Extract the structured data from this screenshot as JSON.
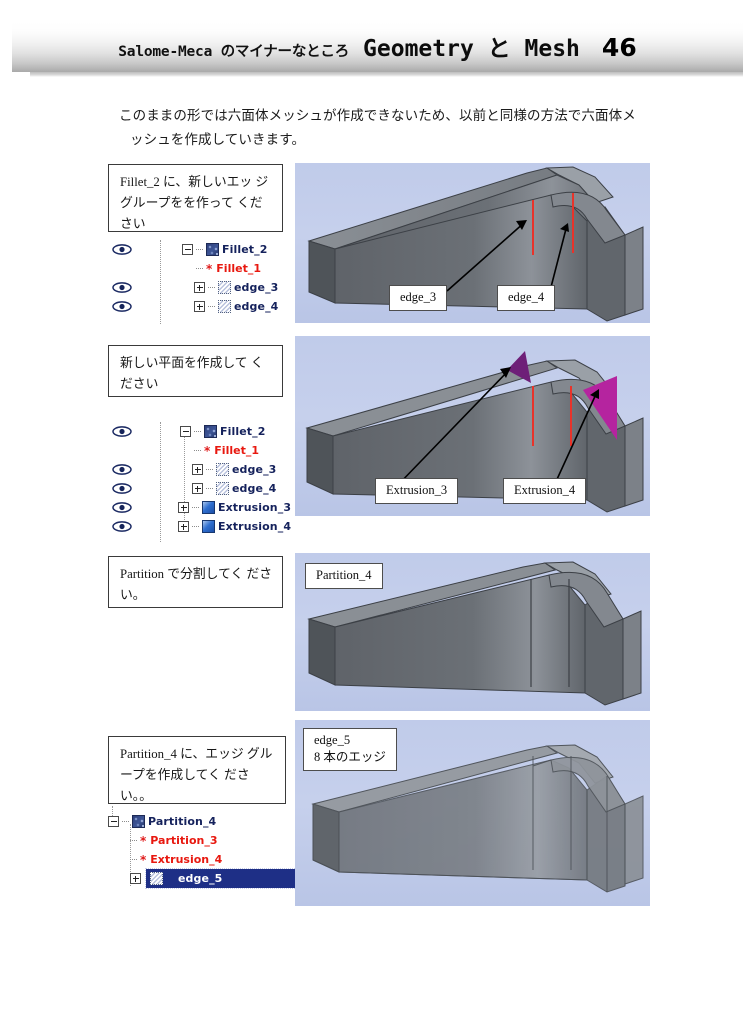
{
  "header": {
    "subtitle": "Salome-Meca のマイナーなところ",
    "title": "Geometry と Mesh",
    "page_number": "46",
    "bar_gradient_top": "#ffffff",
    "bar_gradient_bottom": "#a9a9a9"
  },
  "intro": {
    "line1": "このままの形では六面体メッシュが作成できないため、以前と同様の方法で六面体メ",
    "line2": "ッシュを作成していきます。"
  },
  "colors": {
    "viewport_bg": "#c3cdeb",
    "solid_gray": "#6d7176",
    "highlight_edge_red": "#e8332a",
    "extrusion_plane": "#a3249d",
    "tree_selected": "#1e2f86",
    "tree_text": "#15225c",
    "tree_text_red": "#e8180f"
  },
  "sections": [
    {
      "id": "fillet2-edge-groups",
      "caption": "Fillet_2 に、新しいエッ\nジグループをを作って\nください",
      "tree": [
        {
          "label": "Fillet_2",
          "icon": "compound-icon",
          "indent": 0,
          "eye": true,
          "toggle": "minus",
          "style": "normal"
        },
        {
          "label": "Fillet_1",
          "icon": "asterisk-icon",
          "indent": 1,
          "eye": false,
          "toggle": "none",
          "style": "red"
        },
        {
          "label": "edge_3",
          "icon": "edge-group-icon",
          "indent": 1,
          "eye": true,
          "toggle": "plus",
          "style": "normal"
        },
        {
          "label": "edge_4",
          "icon": "edge-group-icon",
          "indent": 1,
          "eye": true,
          "toggle": "plus",
          "style": "normal"
        }
      ],
      "viewport_labels": [
        {
          "text": "edge_3"
        },
        {
          "text": "edge_4"
        }
      ]
    },
    {
      "id": "new-planes",
      "caption": "新しい平面を作成して\nください",
      "tree": [
        {
          "label": "Fillet_2",
          "icon": "compound-icon",
          "indent": 1,
          "eye": true,
          "toggle": "minus",
          "style": "normal"
        },
        {
          "label": "Fillet_1",
          "icon": "asterisk-icon",
          "indent": 2,
          "eye": false,
          "toggle": "none",
          "style": "red"
        },
        {
          "label": "edge_3",
          "icon": "edge-group-icon",
          "indent": 2,
          "eye": true,
          "toggle": "plus",
          "style": "normal"
        },
        {
          "label": "edge_4",
          "icon": "edge-group-icon",
          "indent": 2,
          "eye": true,
          "toggle": "plus",
          "style": "normal"
        },
        {
          "label": "Extrusion_3",
          "icon": "face-icon",
          "indent": 0,
          "eye": true,
          "toggle": "plus",
          "style": "normal"
        },
        {
          "label": "Extrusion_4",
          "icon": "face-icon",
          "indent": 0,
          "eye": true,
          "toggle": "plus",
          "style": "normal"
        }
      ],
      "viewport_labels": [
        {
          "text": "Extrusion_3"
        },
        {
          "text": "Extrusion_4"
        }
      ]
    },
    {
      "id": "partition",
      "caption": "Partition で分割してく\nださい。",
      "tree": [],
      "viewport_labels": [
        {
          "text": "Partition_4"
        }
      ]
    },
    {
      "id": "partition4-edge-group",
      "caption": "Partition_4 に、エッジ\nグループを作成してく\nださい。。",
      "tree": [
        {
          "label": "Partition_4",
          "icon": "compound-icon",
          "indent": 0,
          "eye": false,
          "toggle": "minus",
          "style": "normal"
        },
        {
          "label": "Partition_3",
          "icon": "asterisk-icon",
          "indent": 1,
          "eye": false,
          "toggle": "none",
          "style": "red"
        },
        {
          "label": "Extrusion_4",
          "icon": "asterisk-icon",
          "indent": 1,
          "eye": false,
          "toggle": "none",
          "style": "red"
        },
        {
          "label": "edge_5",
          "icon": "edge-group-icon",
          "indent": 1,
          "eye": false,
          "toggle": "plus",
          "style": "selected"
        }
      ],
      "viewport_labels": [
        {
          "text": "edge_5\n8 本のエッジ"
        }
      ]
    }
  ]
}
